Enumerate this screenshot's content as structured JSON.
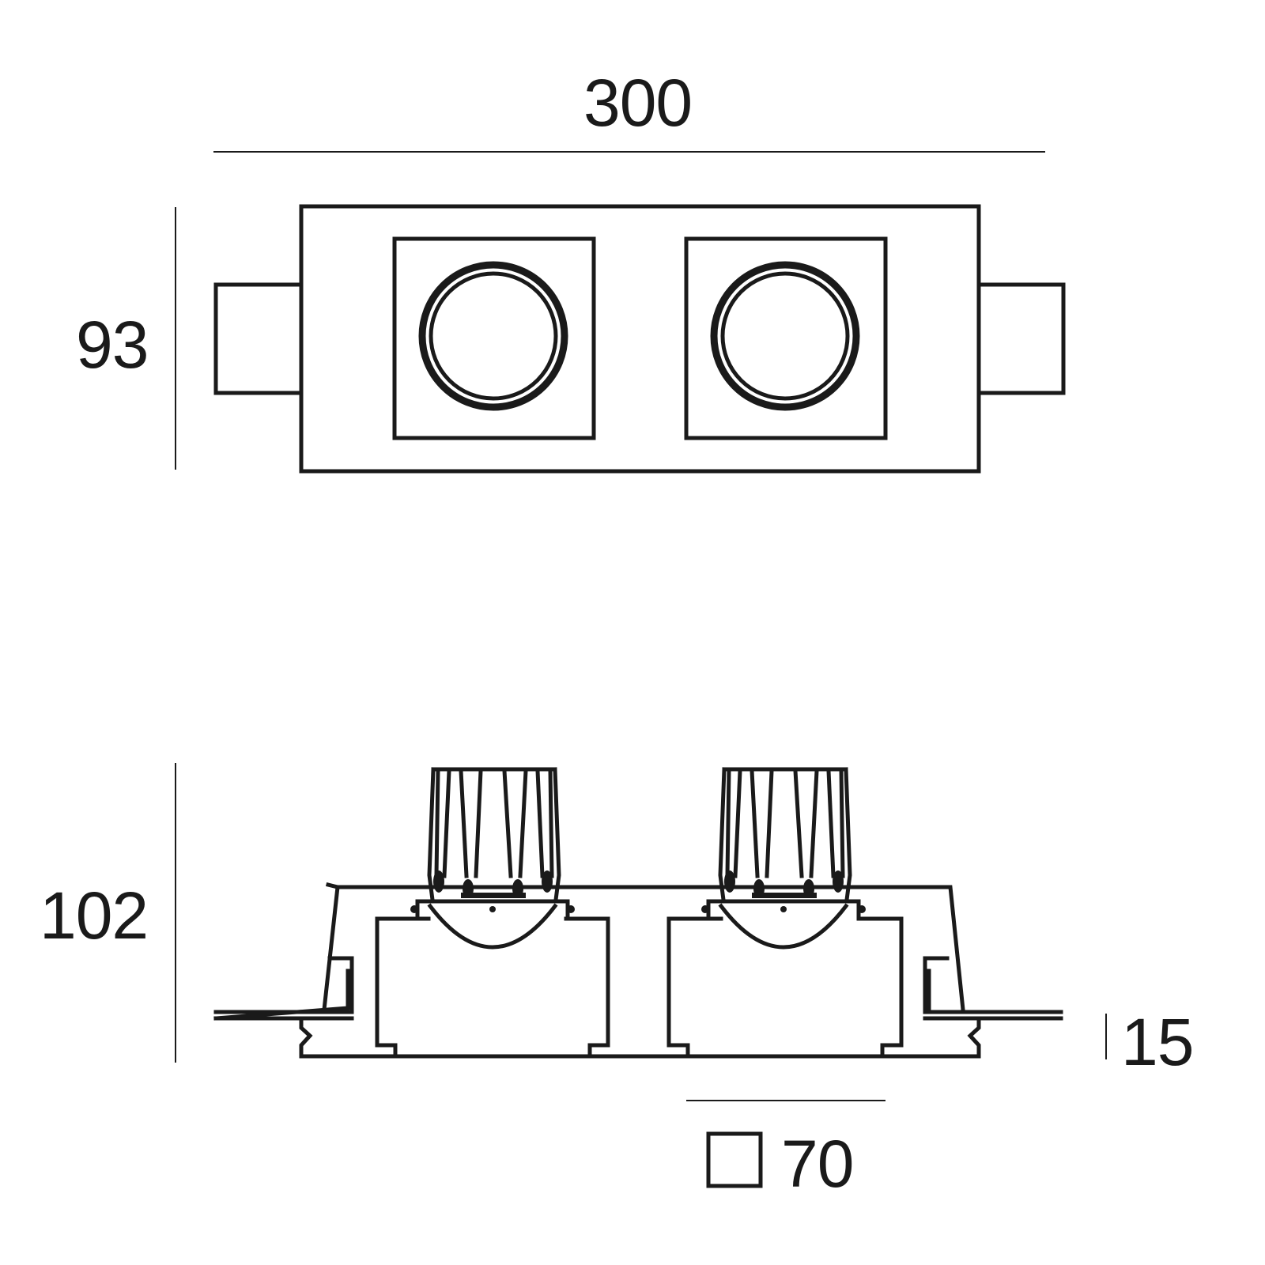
{
  "drawing": {
    "title": "Twin square recessed downlight – technical dimensions",
    "line_color": "#1a1a1a",
    "background": "#ffffff",
    "units": "mm"
  },
  "top_view": {
    "width_label": "300",
    "height_label": "93",
    "module_count": 2
  },
  "side_view": {
    "height_label": "102",
    "flange_label": "15",
    "module_size_symbol": "square-icon",
    "module_size_label": "70"
  }
}
